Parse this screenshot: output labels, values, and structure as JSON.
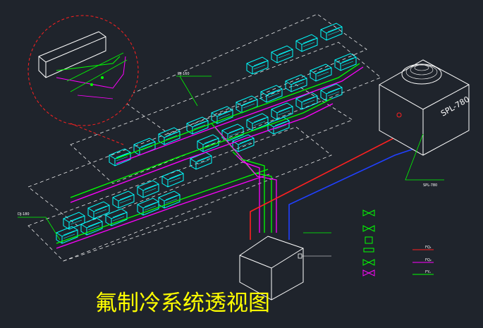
{
  "title": "氟制冷系统透视图",
  "labels": {
    "dj160_label": "DJ-160",
    "dj180_label": "DJ-180",
    "spl_model": "SPL-780",
    "spl_callout": "SPL-780"
  },
  "legend": {
    "fq_liquid": "FQ₁",
    "fq_gas": "FQ₂",
    "fy": "FY₁"
  },
  "colors": {
    "background": "#1f242c",
    "liquid_pipe": "#00ff00",
    "gas_pipe": "#ff00ff",
    "red_pipe": "#ff2020",
    "blue_pipe": "#2040ff",
    "unit_outline": "#00ffff",
    "title": "#ffff00"
  },
  "icons": {
    "valve": "valve-icon",
    "evaporator_unit": "evaporator-unit-icon",
    "fan": "fan-icon"
  }
}
